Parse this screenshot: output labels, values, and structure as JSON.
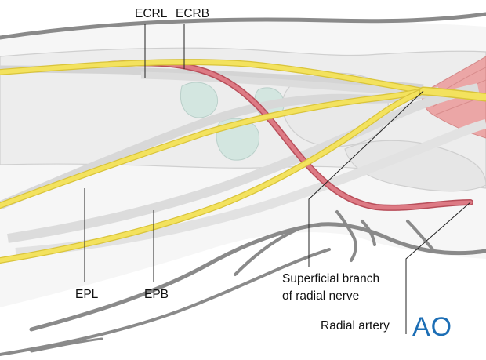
{
  "labels": {
    "ecrl": "ECRL",
    "ecrb": "ECRB",
    "epl": "EPL",
    "epb": "EPB",
    "superficial_branch_line1": "Superficial branch",
    "superficial_branch_line2": "of radial nerve",
    "radial_artery": "Radial artery"
  },
  "logo": {
    "text": "AO",
    "color": "#1c6eb5"
  },
  "colors": {
    "nerve": "#f3e25e",
    "nerve_outline": "#d9c43a",
    "artery": "#d9707a",
    "artery_outline": "#b84e5a",
    "skin_outline": "#8a8a8a",
    "bone_fill": "#ececec",
    "tendon": "#dcdcdc",
    "cartilage": "#cfe2dd",
    "muscle": "#e9a3a3"
  }
}
